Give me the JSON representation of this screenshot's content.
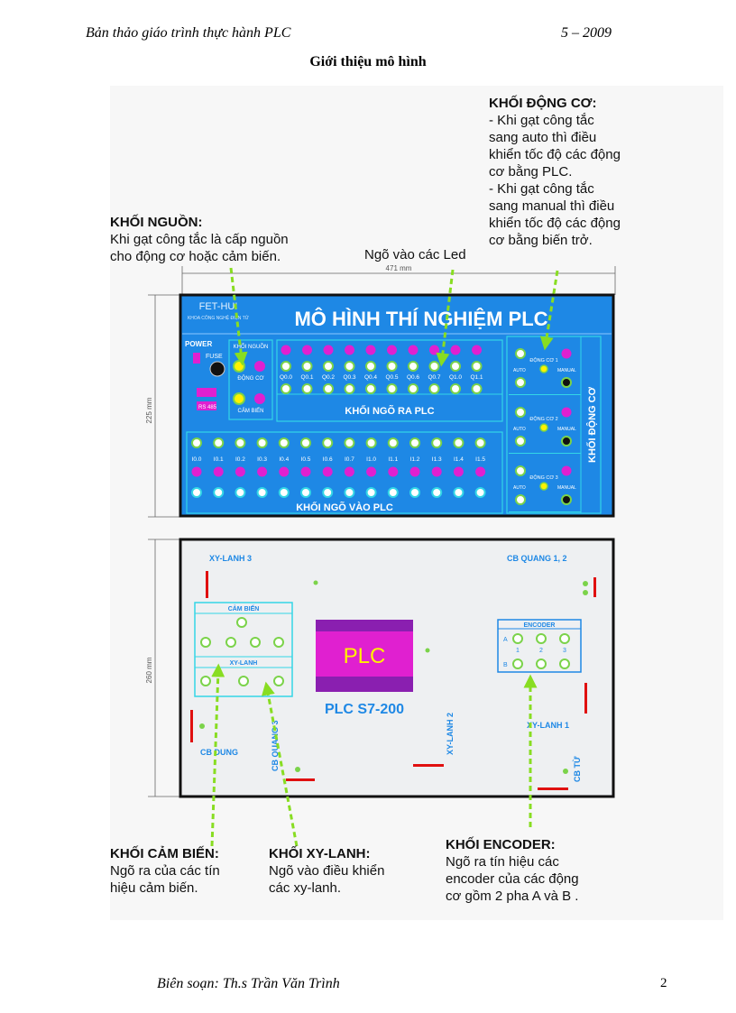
{
  "header": {
    "left": "Bản thảo giáo trình thực hành PLC",
    "right": "5 – 2009"
  },
  "title": "Giới thiệu mô hình",
  "notes": {
    "dong_co": {
      "heading": "KHỐI ĐỘNG CƠ:",
      "body": "  - Khi gạt công tắc\nsang auto thì điều\nkhiển tốc độ các động\ncơ bằng PLC.\n  - Khi gạt công tắc\nsang manual thì điều\nkhiển tốc độ các động\ncơ bằng biến trở."
    },
    "nguon": {
      "heading": "KHỐI NGUỒN:",
      "body": "     Khi gạt công tắc là cấp nguồn\ncho động cơ hoặc cảm biến."
    },
    "led": {
      "label": "Ngõ vào các Led"
    },
    "cam_bien": {
      "heading": "KHỐI CẢM BIẾN:",
      "body": "     Ngõ ra của các tín\nhiệu cảm biến."
    },
    "xy_lanh": {
      "heading": "KHỐI XY-LANH:",
      "body": "     Ngõ vào điều khiển\ncác xy-lanh."
    },
    "encoder": {
      "heading": "KHỐI ENCODER:",
      "body": "     Ngõ ra tín hiệu các\nencoder của các động\ncơ gồm 2 pha A và B ."
    }
  },
  "panel_top": {
    "width_dim": "471 mm",
    "height_dim": "225 mm",
    "brand": "FET-HUI",
    "brand_sub": "KHOA CÔNG NGHỆ ĐIỆN TỬ",
    "title": "MÔ HÌNH THÍ NGHIỆM  PLC",
    "power": "POWER",
    "fuse": "FUSE",
    "rs485": "RS 485",
    "khoi_nguon": "KHỐI NGUỒN",
    "dong_co": "ĐỘNG CƠ",
    "cam_bien": "CẢM BIẾN",
    "outputs": [
      "Q0.0",
      "Q0.1",
      "Q0.2",
      "Q0.3",
      "Q0.4",
      "Q0.5",
      "Q0.6",
      "Q0.7",
      "Q1.0",
      "Q1.1"
    ],
    "out_block": "KHỐI NGÕ RA PLC",
    "inputs": [
      "I0.0",
      "I0.1",
      "I0.2",
      "I0.3",
      "I0.4",
      "I0.5",
      "I0.6",
      "I0.7",
      "I1.0",
      "I1.1",
      "I1.2",
      "I1.3",
      "I1.4",
      "I1.5"
    ],
    "in_block": "KHỐI NGÕ VÀO PLC",
    "motors": [
      "ĐỘNG CƠ 1",
      "ĐỘNG CƠ 2",
      "ĐỘNG CƠ 3"
    ],
    "auto": "AUTO",
    "manual": "MANUAL",
    "motor_block": "KHỐI ĐỘNG CƠ"
  },
  "panel_bottom": {
    "height_dim": "260 mm",
    "xy_lanh_3": "XY-LANH 3",
    "cb_quang_12": "CB QUANG 1, 2",
    "cam_bien": "CẢM BIẾN",
    "xy_lanh": "XY-LANH",
    "plc": "PLC",
    "plc_model": "PLC S7-200",
    "encoder": "ENCODER",
    "enc_a": "A",
    "enc_b": "B",
    "enc_nums": [
      "1",
      "2",
      "3"
    ],
    "xy_lanh_2": "XY-LANH 2",
    "xy_lanh_1": "XY-LANH 1",
    "cb_dung": "CB DUNG",
    "cb_quang_3": "CB QUANG 3",
    "cb_tu": "CB TỪ"
  },
  "footer": {
    "author": "Biên soạn: Th.s Trần Văn Trình",
    "page": "2"
  },
  "colors": {
    "panel_blue": "#1e88e5",
    "magenta": "#e020d0",
    "led_green": "#7bd34a",
    "arrow_green": "#88dd22",
    "cyan": "#33d6e6",
    "red": "#e01010"
  }
}
